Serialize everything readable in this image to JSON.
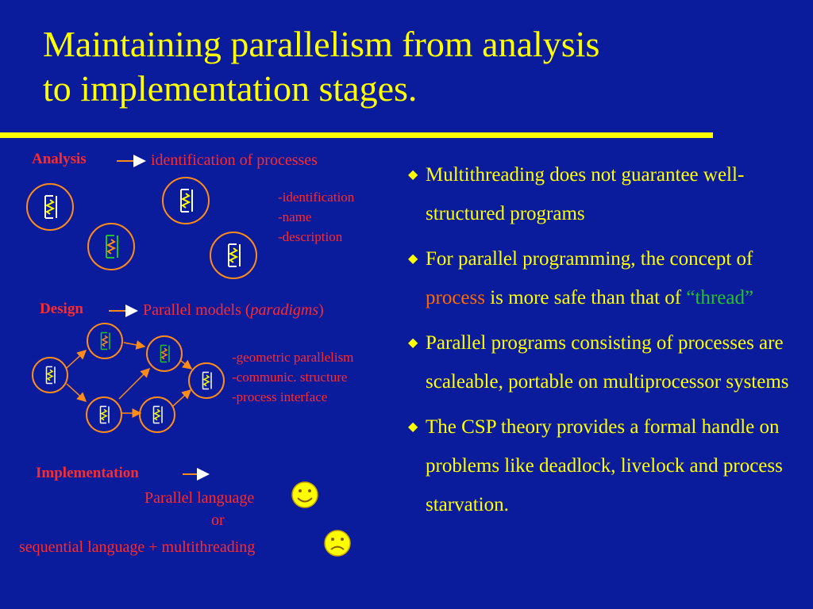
{
  "title": {
    "line1": "Maintaining parallelism from analysis",
    "line2": "to implementation stages."
  },
  "analysis": {
    "label": "Analysis",
    "description": "identification of processes",
    "attributes": [
      "-identification",
      "-name",
      "-description"
    ]
  },
  "design": {
    "label": "Design",
    "description_prefix": "Parallel models (",
    "description_italic": "paradigms",
    "description_suffix": ")",
    "attributes": [
      "-geometric parallelism",
      "-communic. structure",
      "-process interface"
    ]
  },
  "implementation": {
    "label": "Implementation",
    "option1": "Parallel language",
    "or": "or",
    "option2": "sequential language + multithreading"
  },
  "bullets": {
    "b1": "Multithreading does not guarantee well-structured programs",
    "b2_part1": " For parallel programming, the concept of ",
    "b2_kw1": "process",
    "b2_part2": " is more safe than that of ",
    "b2_kw2": "“thread”",
    "b3": "Parallel programs consisting of processes are scaleable, portable on multiprocessor systems",
    "b4": "The CSP theory provides a formal handle on problems like deadlock, livelock and process starvation."
  },
  "colors": {
    "background": "#0a1c9c",
    "title": "#ffff00",
    "label": "#ff2a2a",
    "node_outline": "#ff8c1a",
    "node_glyph_white": "#ffffff",
    "node_glyph_green": "#22c22a",
    "keyword_process": "#ff6a00",
    "keyword_thread": "#22c22a",
    "smiley": "#ffff00"
  }
}
